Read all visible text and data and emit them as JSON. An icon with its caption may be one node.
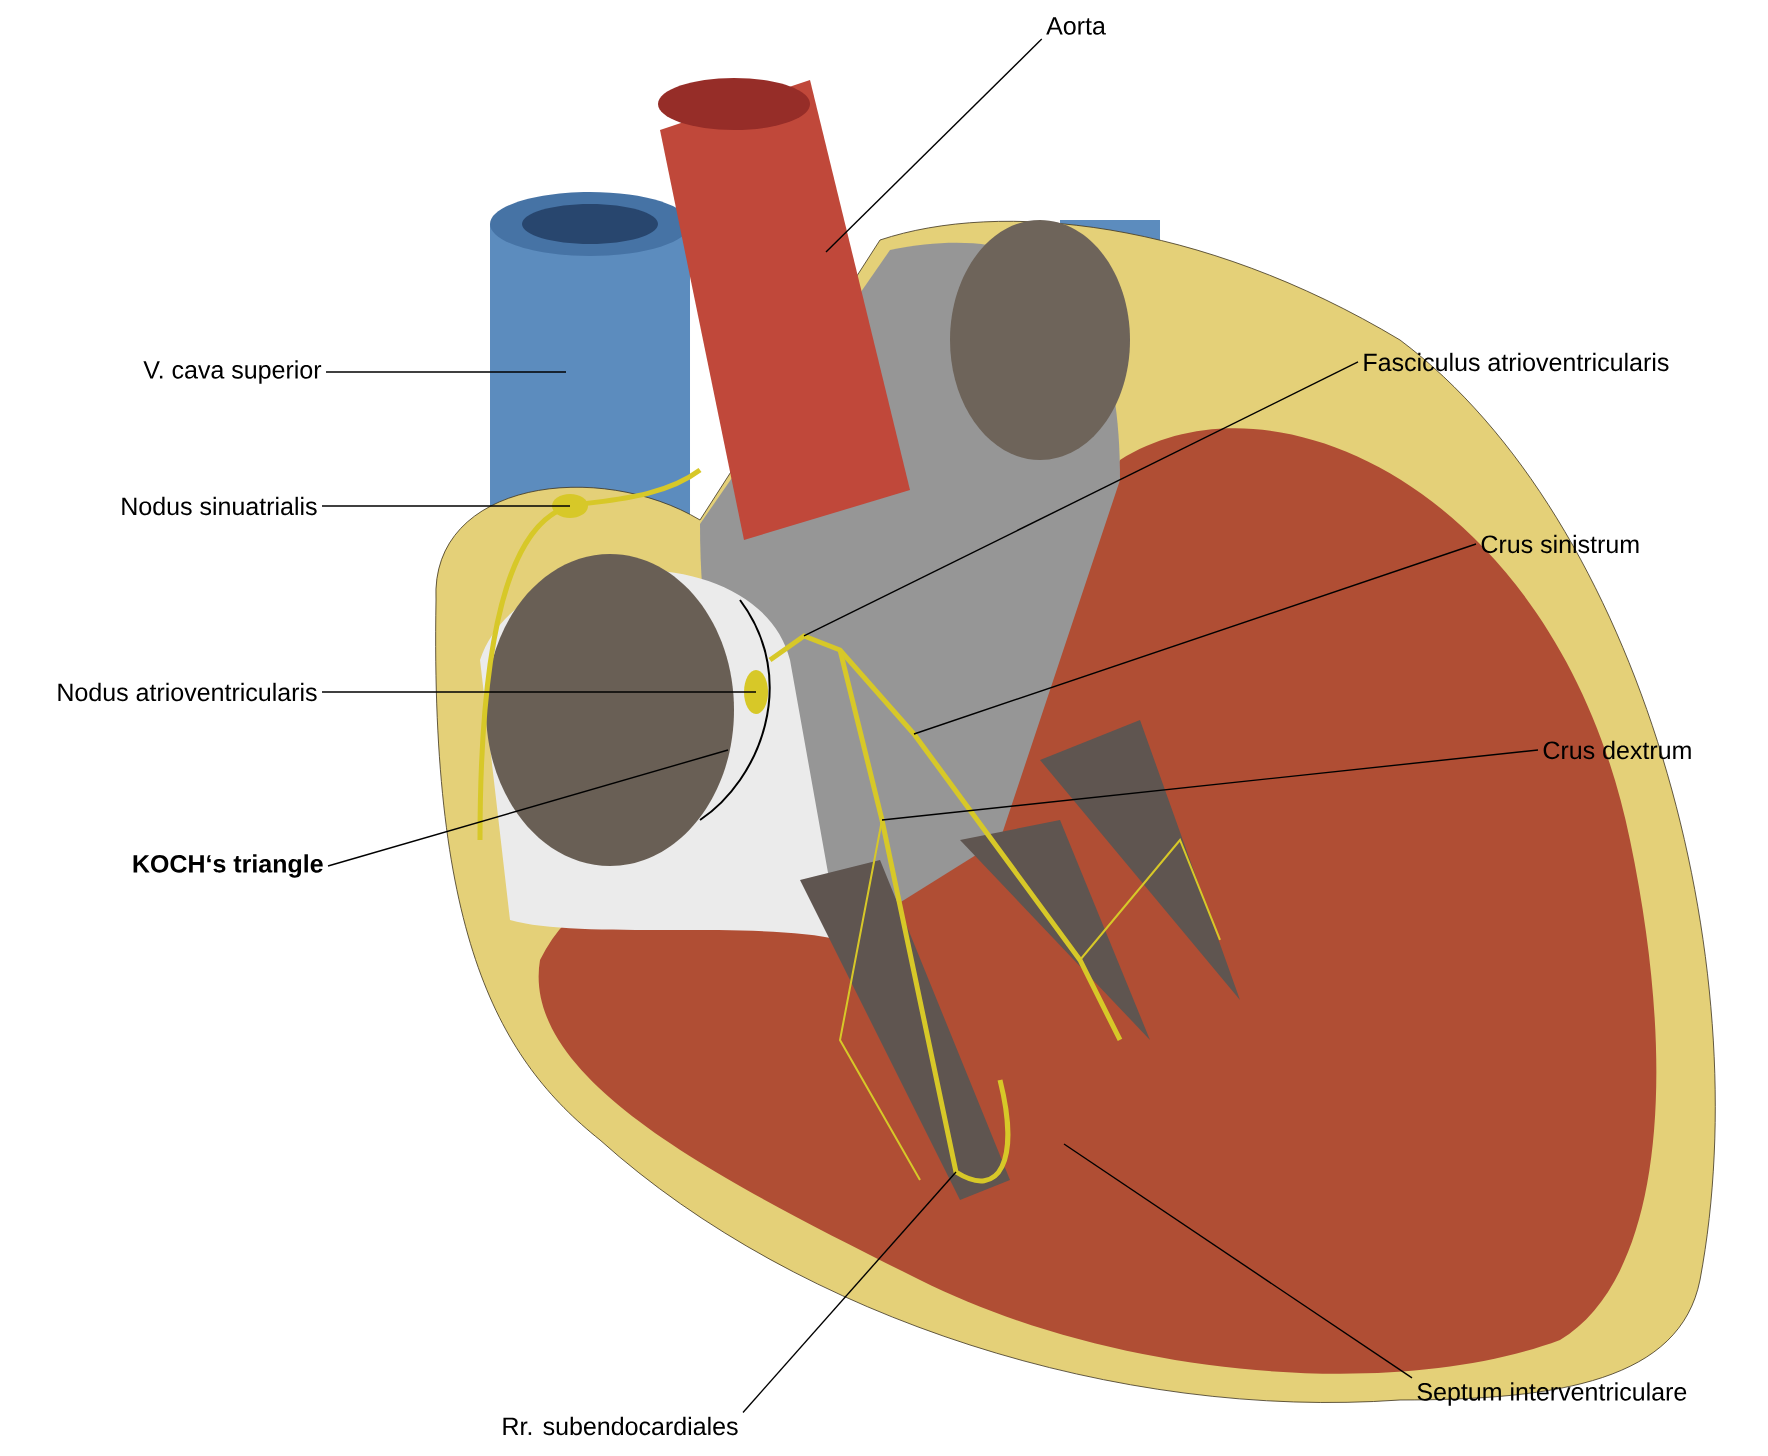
{
  "diagram": {
    "nodes": [
      {
        "text": [
          "Aorta"
        ]
      },
      {
        "text": [
          "V. cava superior"
        ]
      },
      {
        "text": [
          "Fasciculus atrioventricularis"
        ]
      },
      {
        "text": [
          "Nodus sinuatrialis"
        ]
      },
      {
        "text": [
          "Crus sinistrum"
        ]
      },
      {
        "text": [
          "Nodus atrioventricularis"
        ]
      },
      {
        "text": [
          "Crus dextrum"
        ]
      },
      {
        "text": [
          "KOCH‘s triangle"
        ]
      },
      {
        "text": [
          "Rr. subendocardiales"
        ]
      },
      {
        "text": [
          "Septum interventriculare"
        ]
      }
    ],
    "edges": [
      {
        "from": 0,
        "to": null,
        "arrow": "none"
      },
      {
        "from": 1,
        "to": null,
        "arrow": "none"
      },
      {
        "from": 2,
        "to": null,
        "arrow": "none"
      },
      {
        "from": 3,
        "to": null,
        "arrow": "none"
      },
      {
        "from": 4,
        "to": null,
        "arrow": "none"
      },
      {
        "from": 5,
        "to": null,
        "arrow": "none"
      },
      {
        "from": 6,
        "to": null,
        "arrow": "none"
      },
      {
        "from": 7,
        "to": null,
        "arrow": "none"
      },
      {
        "from": 8,
        "to": null,
        "arrow": "none"
      },
      {
        "from": 9,
        "to": null,
        "arrow": "none"
      }
    ]
  }
}
